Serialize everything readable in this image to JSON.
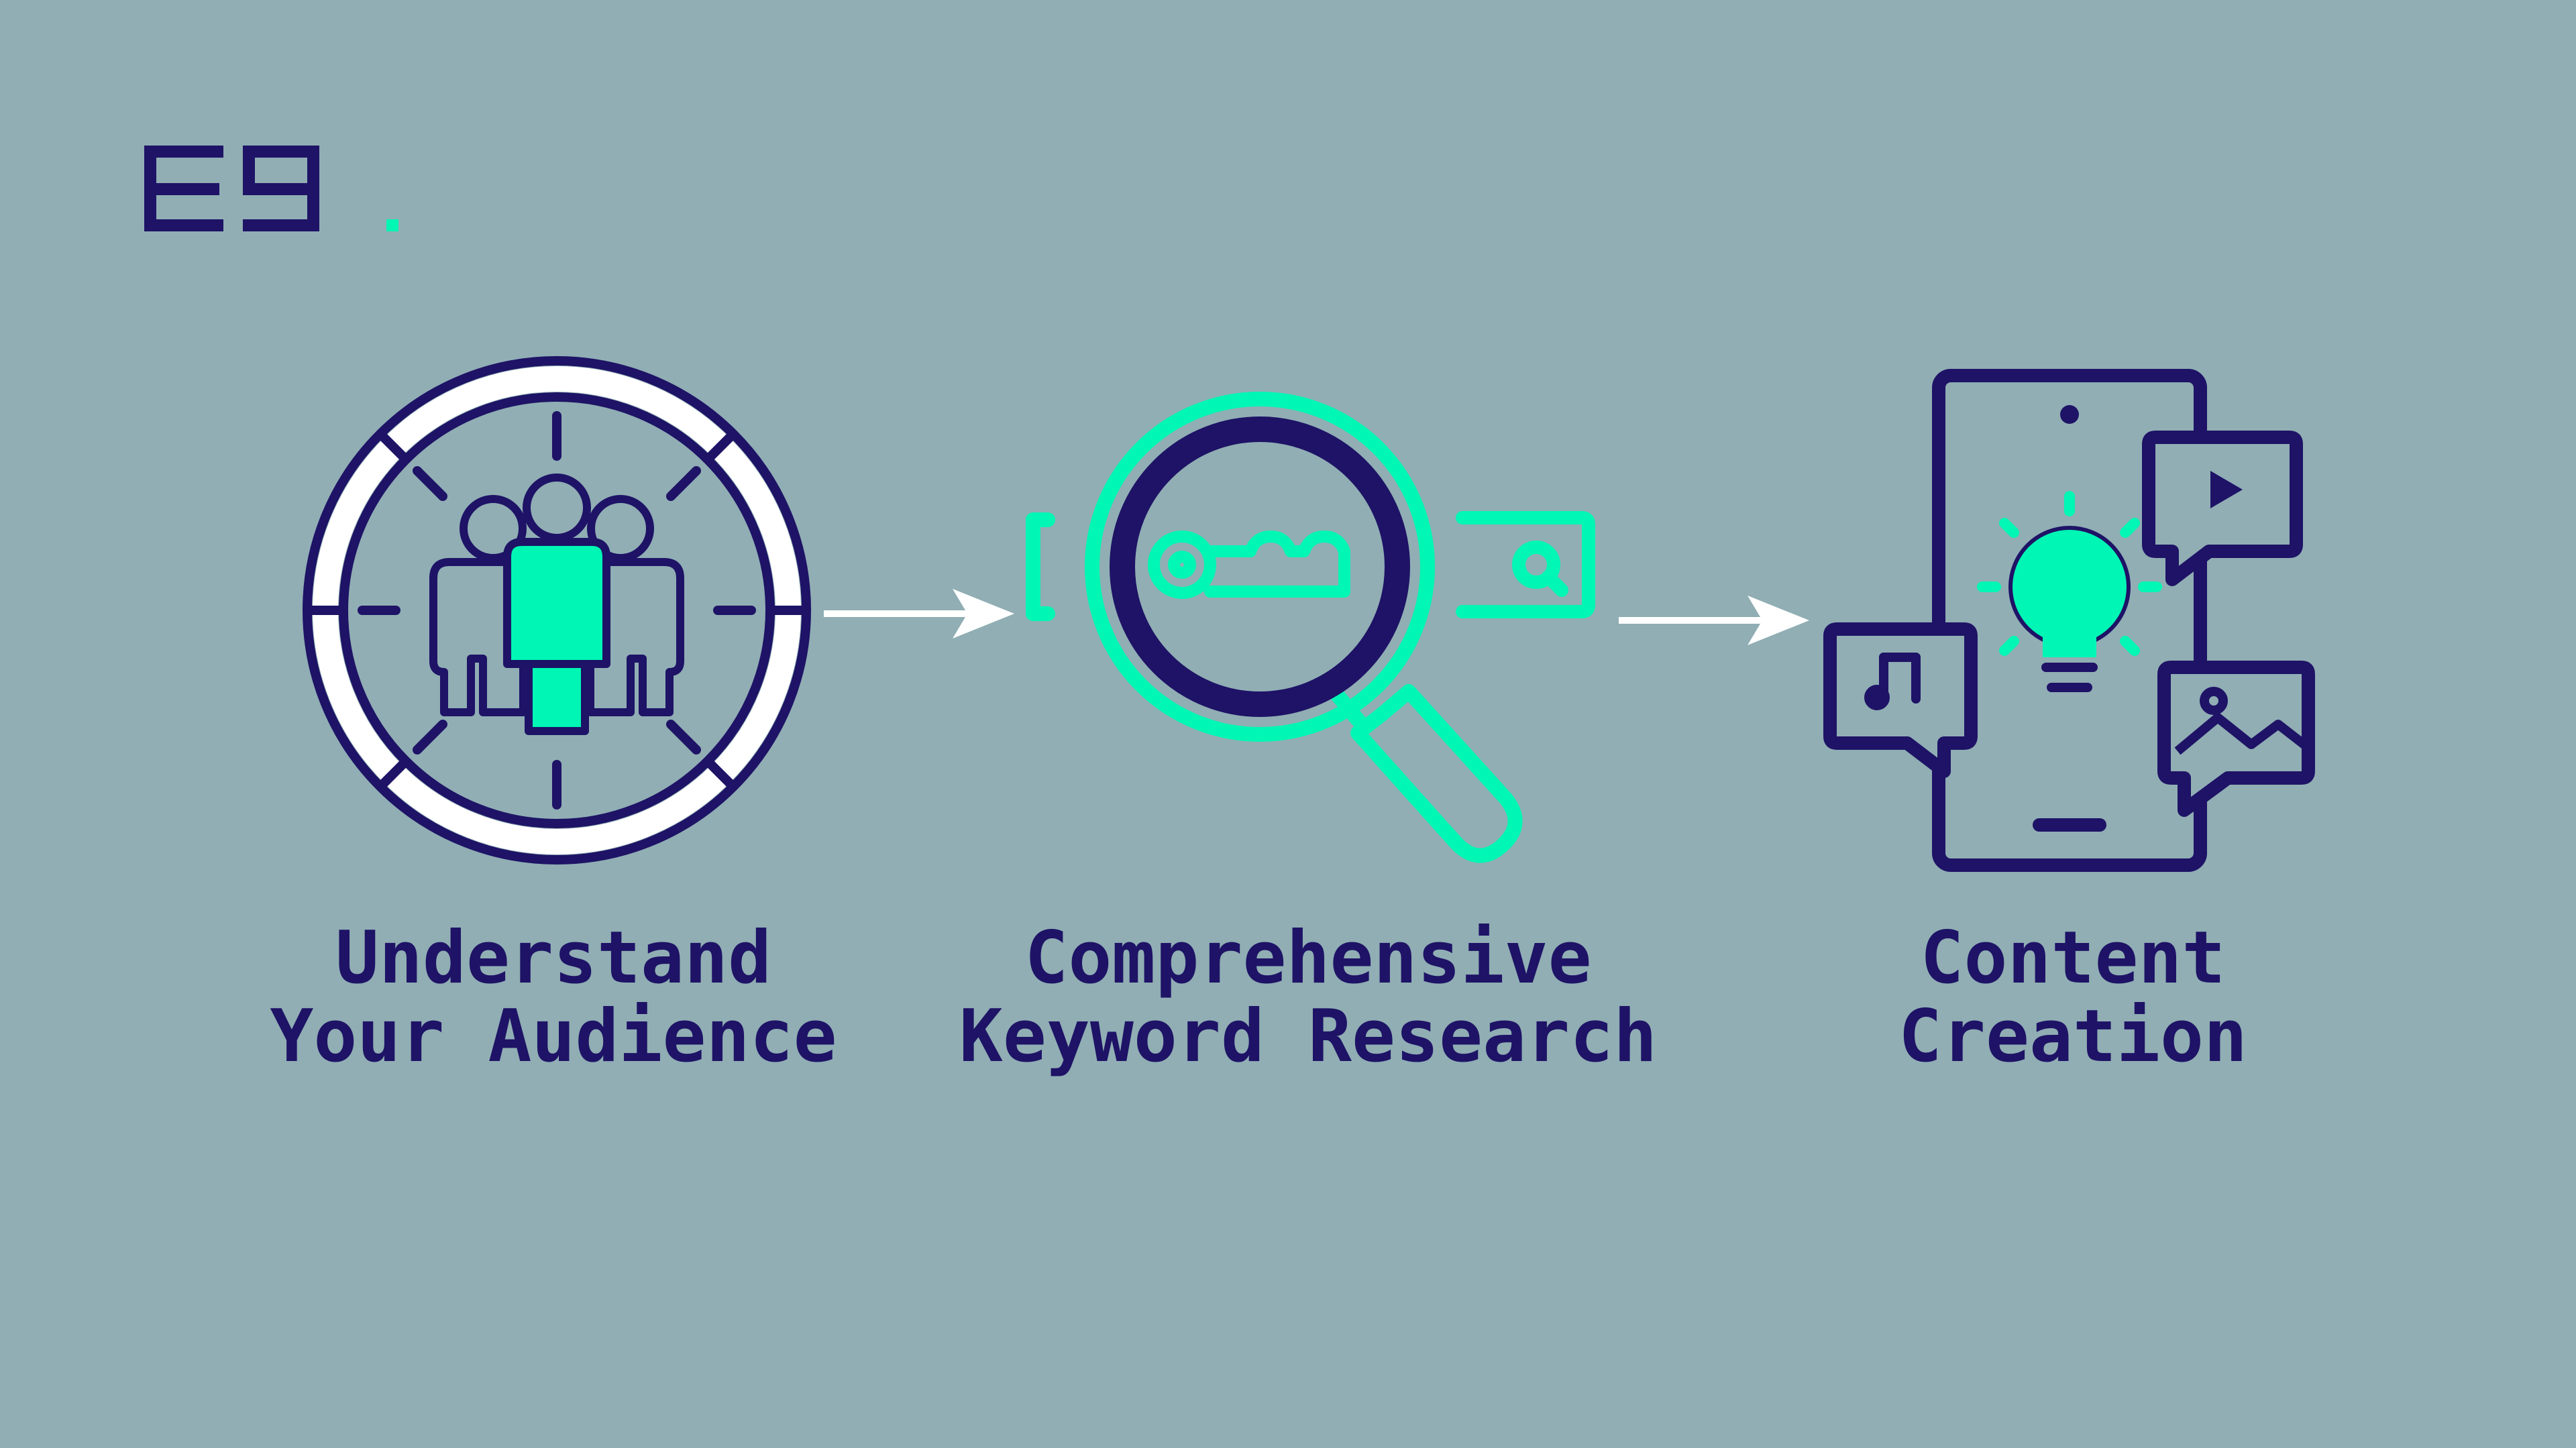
{
  "brand": {
    "logo_text": "E9",
    "logo_icon": "e9-logo-icon"
  },
  "colors": {
    "background": "#90AEB4",
    "navy": "#1E1366",
    "mint": "#00F6B4",
    "white": "#FFFFFF"
  },
  "steps": [
    {
      "icon": "audience-target-icon",
      "line1": "Understand",
      "line2": "Your Audience"
    },
    {
      "icon": "keyword-search-icon",
      "line1": "Comprehensive",
      "line2": "Keyword Research"
    },
    {
      "icon": "content-creation-phone-icon",
      "line1": "Content",
      "line2": "Creation"
    }
  ],
  "connectors": [
    "arrow-right-icon",
    "arrow-right-icon"
  ]
}
